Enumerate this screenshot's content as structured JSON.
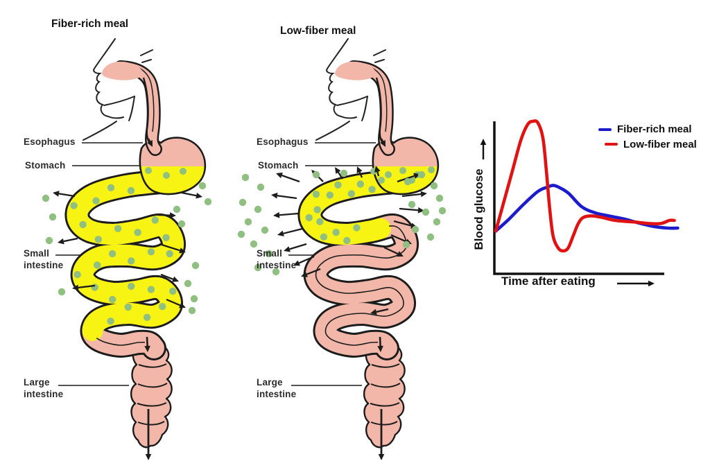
{
  "panels": [
    {
      "variant": "fiber-rich",
      "title": "Fiber-rich meal",
      "labels": {
        "esophagus": "Esophagus",
        "stomach": "Stomach",
        "small_line1": "Small",
        "small_line2": "intestine",
        "large_line1": "Large",
        "large_line2": "intestine"
      }
    },
    {
      "variant": "low-fiber",
      "title": "Low-fiber meal",
      "labels": {
        "esophagus": "Esophagus",
        "stomach": "Stomach",
        "small_line1": "Small",
        "small_line2": "intestine",
        "large_line1": "Large",
        "large_line2": "intestine"
      }
    }
  ],
  "chart": {
    "ylabel": "Blood glucose",
    "xlabel": "Time after eating",
    "legend": [
      {
        "label": "Fiber-rich meal",
        "color": "#1c1ccd"
      },
      {
        "label": "Low-fiber meal",
        "color": "#e11212"
      }
    ]
  },
  "chart_data": {
    "type": "line",
    "title": "",
    "xlabel": "Time after eating",
    "ylabel": "Blood glucose",
    "xlim": [
      0,
      110
    ],
    "ylim": [
      0,
      110
    ],
    "grid": false,
    "legend_position": "top-right",
    "axis_tick_labels": "none (qualitative axes with direction arrows)",
    "series": [
      {
        "name": "Fiber-rich meal",
        "color": "#1c1ccd",
        "points": [
          [
            0,
            28
          ],
          [
            8,
            36
          ],
          [
            16,
            45
          ],
          [
            25,
            54
          ],
          [
            31,
            57
          ],
          [
            34,
            58
          ],
          [
            37,
            57
          ],
          [
            43,
            53
          ],
          [
            51,
            44
          ],
          [
            59,
            40
          ],
          [
            67,
            38
          ],
          [
            76,
            36
          ],
          [
            86,
            33
          ],
          [
            94,
            31
          ],
          [
            102,
            30
          ],
          [
            108,
            30
          ]
        ]
      },
      {
        "name": "Low-fiber meal",
        "color": "#e11212",
        "points": [
          [
            0,
            28
          ],
          [
            5,
            48
          ],
          [
            10,
            68
          ],
          [
            15,
            88
          ],
          [
            19,
            98
          ],
          [
            22,
            100
          ],
          [
            25,
            99
          ],
          [
            28,
            89
          ],
          [
            30,
            68
          ],
          [
            32,
            43
          ],
          [
            34,
            25
          ],
          [
            37,
            17
          ],
          [
            40,
            15
          ],
          [
            43,
            17
          ],
          [
            46,
            25
          ],
          [
            49,
            33
          ],
          [
            52,
            37
          ],
          [
            57,
            38
          ],
          [
            63,
            37
          ],
          [
            71,
            35
          ],
          [
            82,
            34
          ],
          [
            91,
            33
          ],
          [
            98,
            33
          ],
          [
            103,
            35
          ],
          [
            106,
            35
          ]
        ]
      }
    ]
  },
  "colors": {
    "background": "#ffffff",
    "tract_pink": "#f2b7a8",
    "tract_outline": "#1c1c1c",
    "chyme_yellow": "#f7f312",
    "glucose_dot_green": "#8fbf81",
    "label_text": "#2b2b2b",
    "axis_black": "#111111"
  }
}
